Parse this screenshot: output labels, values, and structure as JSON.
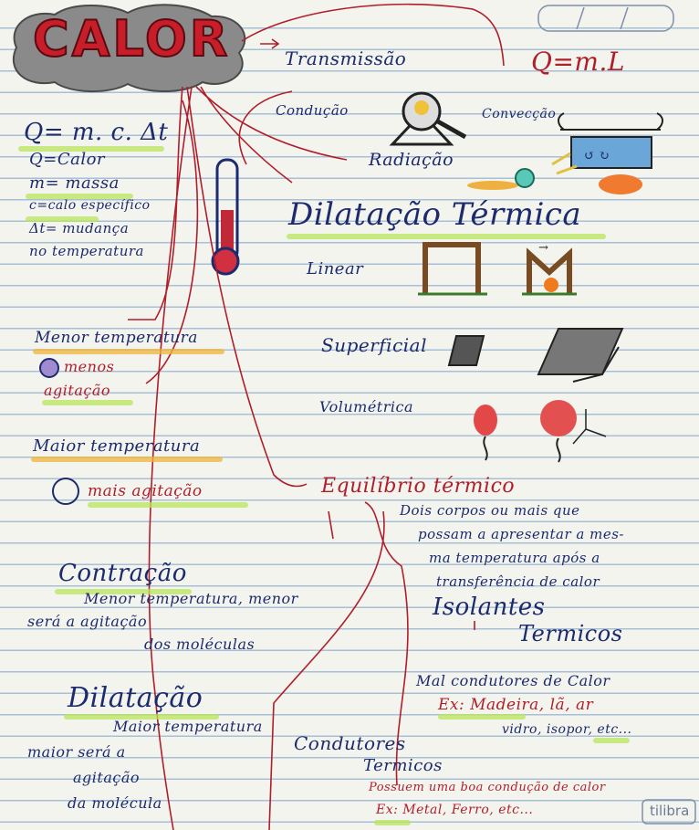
{
  "title": "CALOR",
  "header_formula": "Q=m.L",
  "left": {
    "formula": "Q= m. c. Δt",
    "defs": [
      "Q=Calor",
      "m= massa",
      "c=calo específico",
      "Δt= mudança",
      "no temperatura"
    ],
    "menor": "Menor temperatura",
    "menos": "menos",
    "agitacao": "agitação",
    "maior": "Maior temperatura",
    "mais": "mais agitação",
    "contracao_title": "Contração",
    "contracao_lines": [
      "Menor temperatura, menor",
      "será a agitação",
      "dos moléculas"
    ],
    "dilatacao_title": "Dilatação",
    "dilatacao_lines": [
      "Maior temperatura",
      "maior será a",
      "agitação",
      "da molécula"
    ]
  },
  "right": {
    "transmissao": "Transmissão",
    "conducao": "Condução",
    "conveccao": "Convecção",
    "radiacao": "Radiação",
    "dilatacao_termica": "Dilatação Térmica",
    "linear": "Linear",
    "superficial": "Superficial",
    "volumetrica": "Volumétrica",
    "equilibrio": "Equilíbrio térmico",
    "equilibrio_lines": [
      "Dois corpos ou mais que",
      "possam a apresentar a mes-",
      "ma temperatura após a",
      "transferência de calor"
    ],
    "isolantes": "Isolantes",
    "termicos": "Termicos",
    "mal_condutores": "Mal condutores de Calor",
    "ex1": "Ex: Madeira, lã, ar",
    "ex1b": "vidro, isopor, etc...",
    "condutores": "Condutores",
    "termicos2": "Termicos",
    "possuem": "Possuem uma boa condução de calor",
    "ex2": "Ex: Metal, Ferro, etc..."
  },
  "brand": "tilibra",
  "colors": {
    "ink_red": "#b01e2a",
    "ink_blue": "#2a3f8a",
    "highlight_green": "#b8e65a",
    "highlight_orange": "#f0b63a",
    "cloud": "#7f7f7f"
  }
}
